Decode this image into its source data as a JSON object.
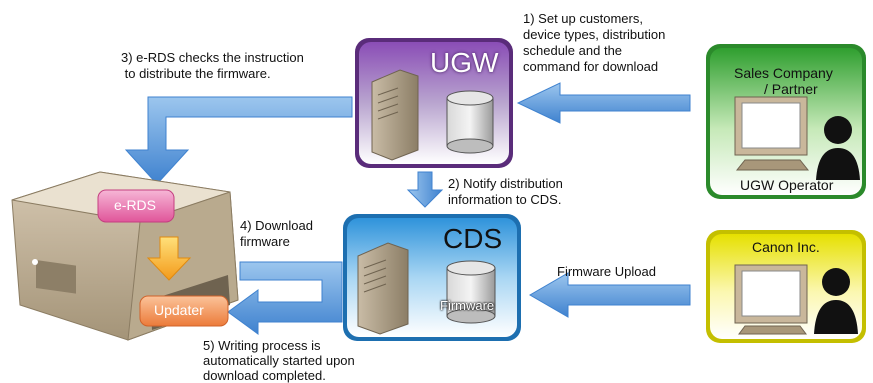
{
  "nodes": {
    "ugw": {
      "title": "UGW"
    },
    "cds": {
      "title": "CDS",
      "db_label": "Firmware"
    },
    "sales": {
      "line1": "Sales Company",
      "line2": "/ Partner",
      "footer": "UGW Operator"
    },
    "canon": {
      "line1": "Canon Inc."
    },
    "printer": {
      "erds": "e-RDS",
      "updater": "Updater"
    }
  },
  "steps": {
    "step1": [
      "1) Set up customers,",
      "device types, distribution",
      "schedule and the",
      "command for download"
    ],
    "step2": [
      "2) Notify distribution",
      "information to CDS."
    ],
    "step3": [
      "3) e-RDS checks the instruction",
      " to distribute the firmware."
    ],
    "step4": [
      "4) Download",
      "firmware"
    ],
    "step5": [
      "5) Writing process is",
      "automatically started upon",
      "download completed."
    ],
    "upload": "Firmware Upload"
  },
  "colors": {
    "ugw": "#7b3fa0",
    "cds": "#3a9ee0",
    "sales": "#3fae3f",
    "canon": "#e8e000",
    "arrow": "#4f8fd6",
    "erds": "#e0559a",
    "updater": "#f08030"
  }
}
